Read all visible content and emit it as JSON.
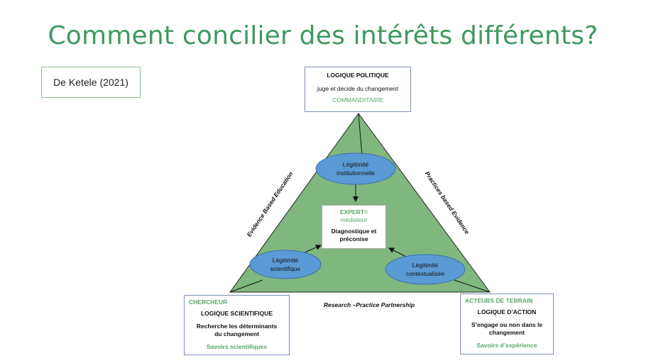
{
  "title": "Comment concilier des intérêts différents?",
  "reference": "De Ketele (2021)",
  "top_box": {
    "heading": "LOGIQUE POLITIQUE",
    "line": "juge et décide du changement",
    "role": "COMMANDITAIRE"
  },
  "left_box": {
    "role": "CHERCHEUR",
    "heading": "LOGIQUE SCIENTIFIQUE",
    "line1": "Recherche les déterminants",
    "line2": "du changement",
    "footer": "Savoirs scientifiques"
  },
  "right_box": {
    "role": "ACTEURS DE TERRAIN",
    "heading": "LOGIQUE D’ACTION",
    "line1": "S’engage ou non dans le",
    "line2": "changement",
    "footer": "Savoirs d’expérience"
  },
  "center_box": {
    "line1": "EXPERT=",
    "line2": "médiateur",
    "line3": "Diagnostique et",
    "line4": "préconise"
  },
  "ellipses": {
    "top": {
      "line1": "Légitimité",
      "line2": "institutionnelle"
    },
    "left": {
      "line1": "Légitimité",
      "line2": "scientifique"
    },
    "right": {
      "line1": "Légitimité",
      "line2": "contextualisée"
    }
  },
  "side_labels": {
    "left": "Evidence Based Education",
    "right": "Practices based Evidence",
    "bottom": "Research –Practice Partnership"
  },
  "colors": {
    "title": "#3e9a5e",
    "triangle_fill": "#7fb77f",
    "ellipse_fill": "#5b9bd5",
    "accent_text": "#5aa66b"
  }
}
